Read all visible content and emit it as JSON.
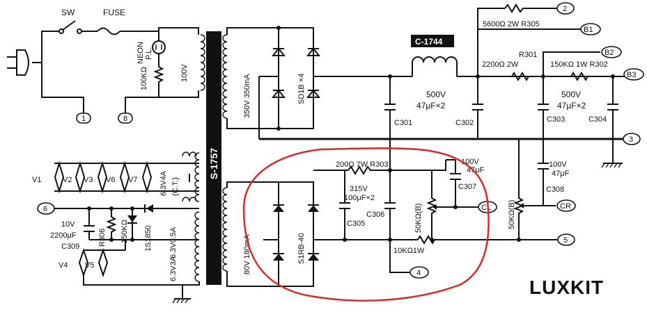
{
  "labels": {
    "sw": "SW",
    "fuse": "FUSE",
    "neon": "NEON",
    "pl": "P.L.",
    "r_neon": "100KΩ",
    "v100": "100V",
    "trans": "S-1757",
    "hv_winding": "350V 350mA",
    "sd1b": "SD1B ×4",
    "choke": "C-1744",
    "r_top": "5600Ω 2W R305",
    "r301_id": "R301",
    "r301_val": "2200Ω 2W",
    "r302": "150KΩ 1W R302",
    "cap_main_val": "500V",
    "cap_main_uf": "47μF×2",
    "c301": "C301",
    "c302": "C302",
    "cap_b3_val": "500V",
    "cap_b3_uf": "47μF×2",
    "c303": "C303",
    "c304": "C304",
    "fil_64": "6.3V4A",
    "ct": "(C.T.)",
    "v1": "V1",
    "v2": "V2",
    "v3": "V3",
    "v6": "V6",
    "v7": "V7",
    "r303": "200Ω 7W R303",
    "c305_val": "315V",
    "c305_uf": "100μF×2",
    "c305": "C305",
    "c306": "C306",
    "c307_val": "100V",
    "c307_uf": "47μF",
    "c307": "C307",
    "c308_val": "100V",
    "c308_uf": "47μF",
    "c308": "C308",
    "pot_l": "50KΩ(B)",
    "pot_r": "50KΩ(B)",
    "lv_winding": "80V 180mA",
    "s1rb": "S1RB-40",
    "r_10k": "10KΩ1W",
    "c309_val": "10V",
    "c309_uf": "2200μF",
    "c309": "C309",
    "r306": "R306",
    "r_150k": "150KΩ",
    "d_1s1850": "1S1850",
    "fil_605": "6.3V0.5A",
    "fil_633": "6.3V3A",
    "v4": "V4",
    "v5": "V5",
    "brand": "LUXKIT",
    "t1": "1",
    "t2": "2",
    "t3": "3",
    "t4": "4",
    "t5": "5",
    "t6": "6",
    "t8": "8",
    "b1": "B1",
    "b2": "B2",
    "b3": "B3",
    "cl": "CL",
    "cr": "CR"
  },
  "colors": {
    "ink": "#111111",
    "markup": "#d42a2a",
    "paper": "#ffffff"
  }
}
